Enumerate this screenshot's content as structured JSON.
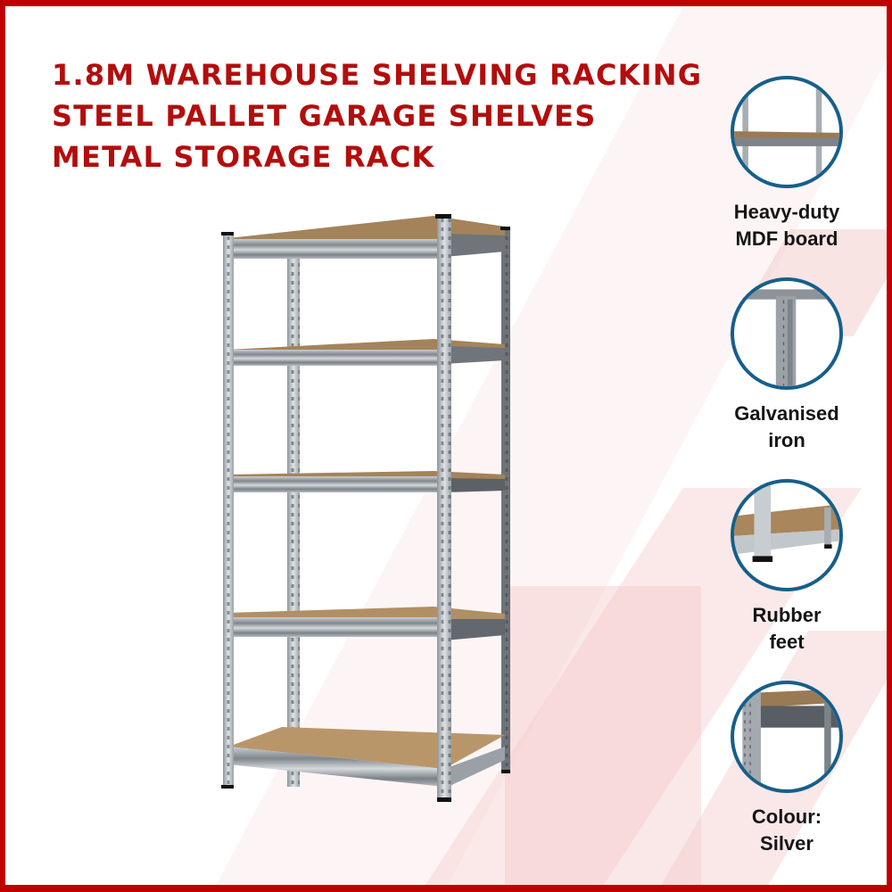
{
  "title": {
    "lines": [
      "1.8M WAREHOUSE SHELVING RACKING",
      "STEEL PALLET GARAGE SHELVES",
      "METAL STORAGE RACK"
    ]
  },
  "product_image": {
    "description": "5-tier galvanised steel shelving unit with MDF shelf boards",
    "tiers": 5
  },
  "features": [
    {
      "icon": "shelf-board-closeup-icon",
      "label_lines": [
        "Heavy-duty",
        "MDF board"
      ]
    },
    {
      "icon": "upright-post-closeup-icon",
      "label_lines": [
        "Galvanised",
        "iron"
      ]
    },
    {
      "icon": "rubber-foot-closeup-icon",
      "label_lines": [
        "Rubber",
        "feet"
      ]
    },
    {
      "icon": "silver-frame-closeup-icon",
      "label_lines": [
        "Colour:",
        "Silver"
      ]
    }
  ],
  "colors": {
    "border": "#c00000",
    "title": "#b30d0d",
    "circle_border": "#165f8a",
    "feature_text": "#151515",
    "stripe_tint": "#f4c9c9"
  }
}
